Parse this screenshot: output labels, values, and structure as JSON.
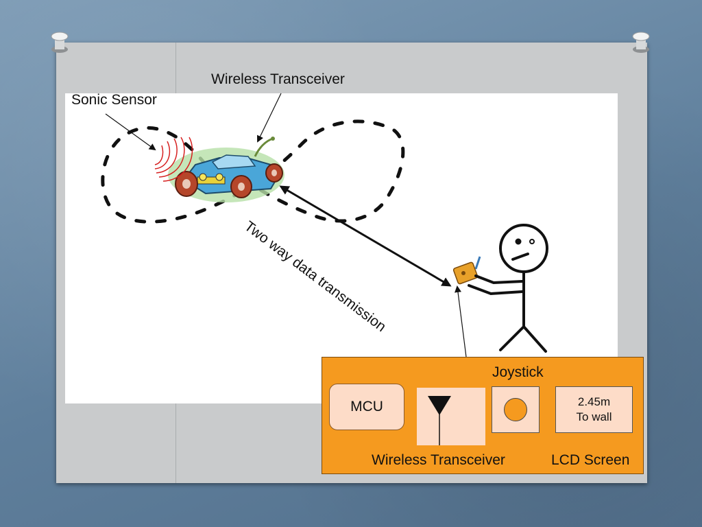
{
  "labels": {
    "wireless_transceiver_top": "Wireless Transceiver",
    "sonic_sensor": "Sonic Sensor",
    "two_way": "Two way data transmission"
  },
  "panel": {
    "joystick": "Joystick",
    "mcu": "MCU",
    "wireless_transceiver": "Wireless Transceiver",
    "lcd_screen": "LCD Screen",
    "lcd_line1": "2.45m",
    "lcd_line2": "To wall"
  },
  "colors": {
    "panel": "#f59a1f",
    "box": "#fddcc8",
    "car_body": "#4aa6d8",
    "wheel": "#b5462a",
    "sonic_waves": "#d62020"
  }
}
